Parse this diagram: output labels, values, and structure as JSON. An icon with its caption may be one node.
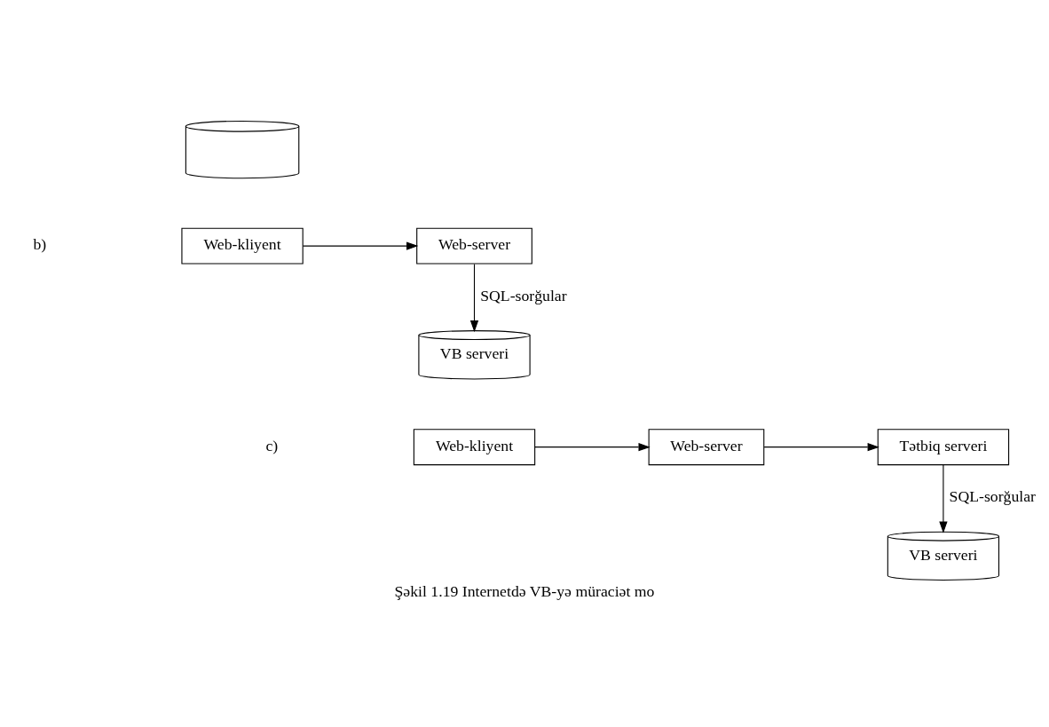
{
  "diagram": {
    "caption": "Şəkil 1.19 Internetdə VB-yə müraciət mo",
    "nodes": [
      {
        "text": [],
        "shape": "cylinder"
      },
      {
        "text": [
          "Web-kliyent"
        ]
      },
      {
        "text": [
          "Web-server"
        ]
      },
      {
        "text": [
          "VB serveri"
        ]
      },
      {
        "text": [
          "Web-kliyent"
        ]
      },
      {
        "text": [
          "Web-server"
        ]
      },
      {
        "text": [
          "Tətbiq serveri"
        ]
      },
      {
        "text": [
          "VB serveri"
        ]
      }
    ],
    "edges": [
      {
        "from": 1,
        "to": 2,
        "arrow": "to"
      },
      {
        "from": 2,
        "to": 3,
        "arrow": "to",
        "label": "SQL-sorğular"
      },
      {
        "from": 4,
        "to": 5,
        "arrow": "to"
      },
      {
        "from": 5,
        "to": 6,
        "arrow": "to"
      },
      {
        "from": 6,
        "to": 7,
        "arrow": "to",
        "label": "SQL-sorğular"
      }
    ],
    "labels": [
      "b)",
      "c)"
    ]
  }
}
